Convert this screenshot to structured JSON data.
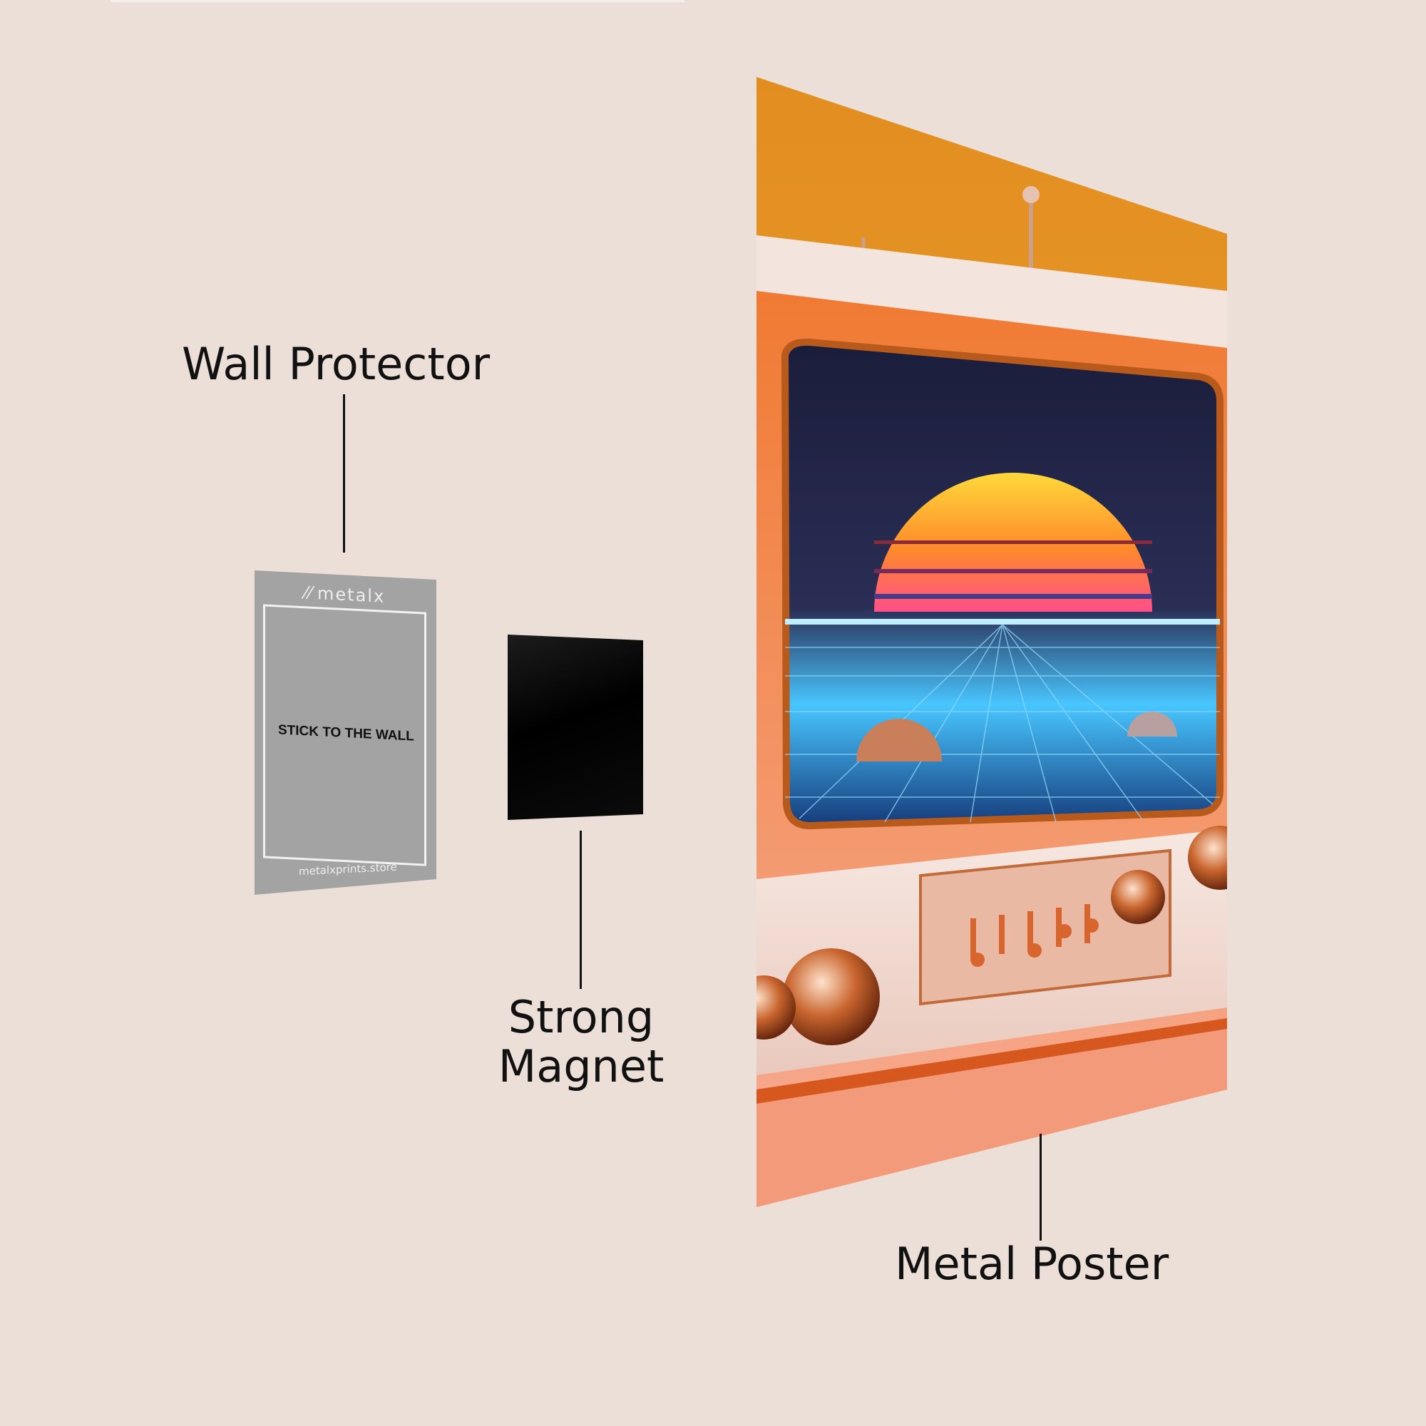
{
  "labels": {
    "wall_protector": "Wall Protector",
    "strong_magnet": "Strong Magnet",
    "metal_poster": "Metal Poster"
  },
  "protector": {
    "brand": "metalx",
    "instruction": "STICK TO THE WALL",
    "url": "metalxprints.store"
  },
  "colors": {
    "background": "#ecdfd7",
    "protector": "#a3a3a3",
    "magnet": "#000000",
    "poster_sky": "#e89a2a",
    "poster_body": "#e86a2a",
    "sun_top": "#ffd23a",
    "sun_bottom": "#ff5a8a",
    "grid": "#3ab0ff"
  },
  "icons": {
    "brand_mark": "metalx-logo-icon"
  }
}
